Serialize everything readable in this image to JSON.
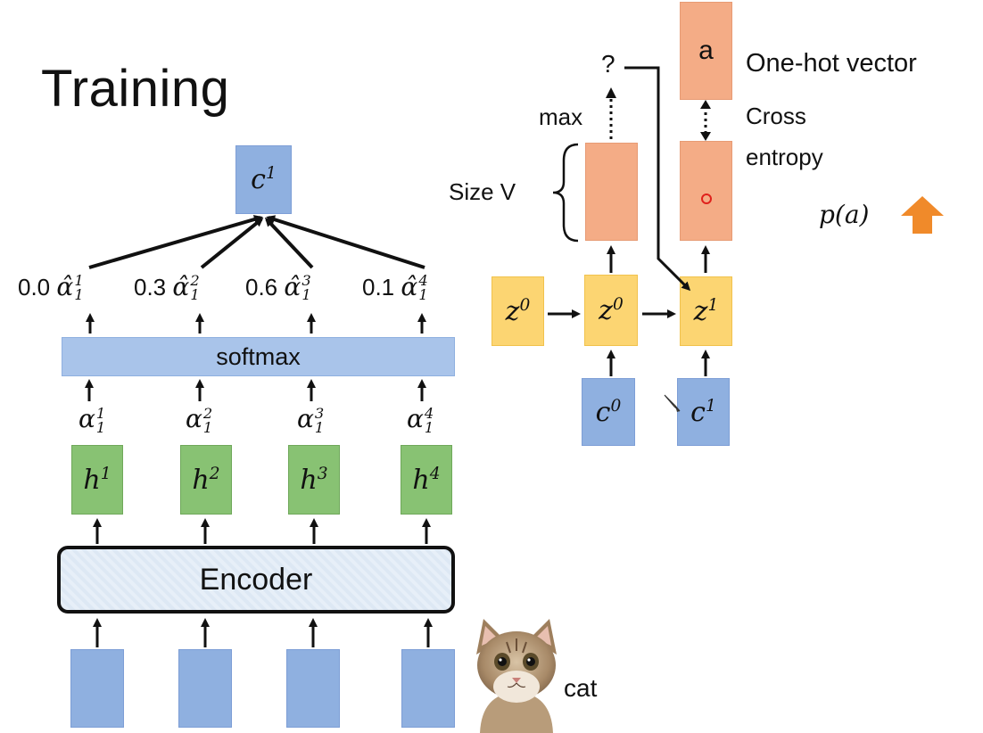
{
  "title": "Training",
  "left": {
    "context_vector": {
      "base": "c",
      "sup": "1"
    },
    "weights": [
      {
        "value": "0.0",
        "sup": "1",
        "sub": "1"
      },
      {
        "value": "0.3",
        "sup": "2",
        "sub": "1"
      },
      {
        "value": "0.6",
        "sup": "3",
        "sub": "1"
      },
      {
        "value": "0.1",
        "sup": "4",
        "sub": "1"
      }
    ],
    "softmax_label": "softmax",
    "alphas": [
      {
        "sup": "1",
        "sub": "1"
      },
      {
        "sup": "2",
        "sub": "1"
      },
      {
        "sup": "3",
        "sub": "1"
      },
      {
        "sup": "4",
        "sub": "1"
      }
    ],
    "hidden": [
      {
        "base": "h",
        "sup": "1"
      },
      {
        "base": "h",
        "sup": "2"
      },
      {
        "base": "h",
        "sup": "3"
      },
      {
        "base": "h",
        "sup": "4"
      }
    ],
    "encoder_label": "Encoder",
    "cat_label": "cat"
  },
  "right": {
    "question_mark": "?",
    "max_label": "max",
    "size_label": "Size V",
    "target_char": "a",
    "onehot_label": "One-hot vector",
    "cross_label": "Cross",
    "entropy_label": "entropy",
    "prob_label": "p(a)",
    "z_states": [
      {
        "base": "z",
        "sup": "0"
      },
      {
        "base": "z",
        "sup": "0"
      },
      {
        "base": "z",
        "sup": "1"
      }
    ],
    "c_inputs": [
      {
        "base": "c",
        "sup": "0"
      },
      {
        "base": "c",
        "sup": "1"
      }
    ]
  },
  "colors": {
    "blue": "#8fb0e0",
    "green": "#88c273",
    "orange": "#f4ac86",
    "yellow": "#fcd572",
    "arrow_up": "#f08a2a"
  }
}
